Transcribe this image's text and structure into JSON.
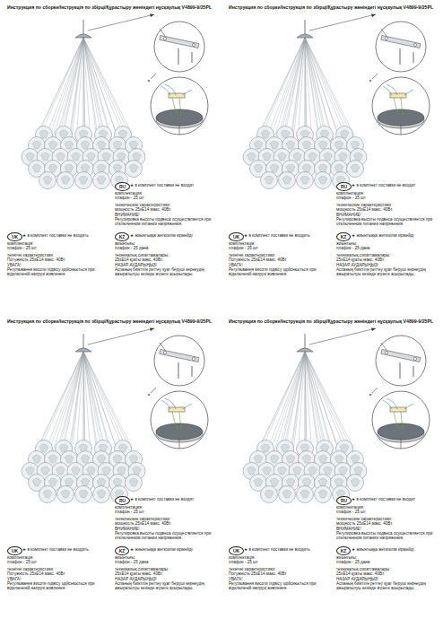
{
  "diagram": {
    "nodes": [
      {
        "text": [
          "RU"
        ]
      },
      {
        "text": [
          "UK"
        ]
      },
      {
        "text": [
          "KZ"
        ]
      },
      {
        "text": [
          "RU"
        ]
      },
      {
        "text": [
          "UK"
        ]
      },
      {
        "text": [
          "KZ"
        ]
      },
      {
        "text": [
          "RU"
        ]
      },
      {
        "text": [
          "UK"
        ]
      },
      {
        "text": [
          "KZ"
        ]
      },
      {
        "text": [
          "RU"
        ]
      },
      {
        "text": [
          "UK"
        ]
      },
      {
        "text": [
          "KZ"
        ]
      }
    ],
    "labels": [
      "Инструкция по сборке/Інструкція по збірці/Құрастыру жөніндегі нұсқаулық V4899-9/25PL",
      "★ в комплект поставки не входит",
      "комплектация:",
      "плафон - 25 шт",
      "технические характеристики:",
      "мощность 25хE14 макс. 40Вт.",
      "ВНИМАНИЕ!",
      "Регулировка высоты подвеса осуществляется при отключенном питании напряжения.",
      "★ в комплект поставки не входить",
      "комплектація:",
      "плафон - 25 шт",
      "технічні характеристики:",
      "Потужність 25хE14 макс. 40Вт",
      "УВАГА!",
      "Регулювання висоти підвісу здійснюється при відключеній напрузі живлення.",
      "★ жиынтыққа жеткізілім кірмейді",
      "жиынтығы:",
      "плафон - 25 дана",
      "техникалық сипаттамалары:",
      "25хE14 қуаты макс. 40Вт.",
      "НАЗАР АУДАРЫҢЫЗ!",
      "Аспаның биіктігін реттеу қуат беруші кернеудің ажыратылуы кезінде жүзеге асырылады.",
      "Инструкция по сборке/Інструкція по збірці/Құрастыру жөніндегі нұсқаулық V4899-9/25PL",
      "★ в комплект поставки не входит",
      "комплектация:",
      "плафон - 25 шт",
      "технические характеристики:",
      "мощность 25хE14 макс. 40Вт.",
      "ВНИМАНИЕ!",
      "Регулировка высоты подвеса осуществляется при отключенном питании напряжения.",
      "★ в комплект поставки не входить",
      "комплектація:",
      "плафон - 25 шт",
      "технічні характеристики:",
      "Потужність 25хE14 макс. 40Вт",
      "УВАГА!",
      "Регулювання висоти підвісу здійснюється при відключеній напрузі живлення.",
      "★ жиынтыққа жеткізілім кірмейді",
      "жиынтығы:",
      "плафон - 25 дана",
      "техникалық сипаттамалары:",
      "25хE14 қуаты макс. 40Вт.",
      "НАЗАР АУДАРЫҢЫЗ!",
      "Аспаның биіктігін реттеу қуат беруші кернеудің ажыратылуы кезінде жүзеге асырылады.",
      "Инструкция по сборке/Інструкція по збірці/Құрастыру жөніндегі нұсқаулық V4899-9/25PL",
      "★ в комплект поставки не входит",
      "комплектация:",
      "плафон - 25 шт",
      "технические характеристики:",
      "мощность 25хE14 макс. 40Вт.",
      "ВНИМАНИЕ!",
      "Регулировка высоты подвеса осуществляется при отключенном питании напряжения.",
      "★ в комплект поставки не входить",
      "комплектація:",
      "плафон - 25 шт",
      "технічні характеристики:",
      "Потужність 25хE14 макс. 40Вт",
      "УВАГА!",
      "Регулювання висоти підвісу здійснюється при відключеній напрузі живлення.",
      "★ жиынтыққа жеткізілім кірмейді",
      "жиынтығы:",
      "плафон - 25 дана",
      "техникалық сипаттамалары:",
      "25хE14 қуаты макс. 40Вт.",
      "НАЗАР АУДАРЫҢЫЗ!",
      "Аспаның биіктігін реттеу қуат беруші кернеудің ажыратылуы кезінде жүзеге асырылады.",
      "Инструкция по сборке/Інструкція по збірці/Құрастыру жөніндегі нұсқаулық V4899-9/25PL",
      "★ в комплект поставки не входит",
      "комплектация:",
      "плафон - 25 шт",
      "технические характеристики:",
      "мощность 25хE14 макс. 40Вт.",
      "ВНИМАНИЕ!",
      "Регулировка высоты подвеса осуществляется при отключенном питании напряжения.",
      "★ в комплект поставки не входить",
      "комплектація:",
      "плафон - 25 шт",
      "технічні характеристики:",
      "Потужність 25хE14 макс. 40Вт",
      "УВАГА!",
      "Регулювання висоти підвісу здійснюється при відключеній напрузі живлення.",
      "★ жиынтыққа жеткізілім кірмейді",
      "жиынтығы:",
      "плафон - 25 дана",
      "техникалық сипаттамалары:",
      "25хE14 қуаты макс. 40Вт.",
      "НАЗАР АУДАРЫҢЫЗ!",
      "Аспаның биіктігін реттеу қуат беруші кернеудің ажыратылуы кезінде жүзеге асырылады."
    ]
  }
}
